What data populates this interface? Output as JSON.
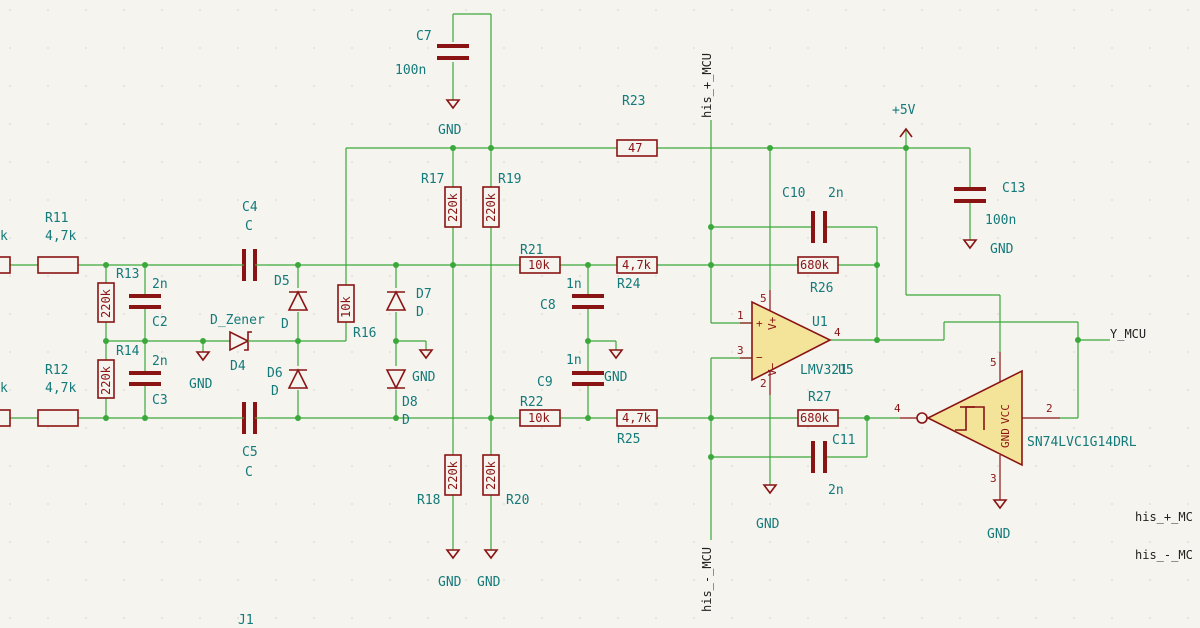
{
  "components": {
    "R11": {
      "ref": "R11",
      "value": "4,7k"
    },
    "R12": {
      "ref": "R12",
      "value": "4,7k"
    },
    "R13": {
      "ref": "R13",
      "value": "220k"
    },
    "R14": {
      "ref": "R14",
      "value": "220k"
    },
    "R16": {
      "ref": "R16",
      "value": "10k"
    },
    "R17": {
      "ref": "R17",
      "value": "220k"
    },
    "R18": {
      "ref": "R18",
      "value": "220k"
    },
    "R19": {
      "ref": "R19",
      "value": "220k"
    },
    "R20": {
      "ref": "R20",
      "value": "220k"
    },
    "R21": {
      "ref": "R21",
      "value": "10k"
    },
    "R22": {
      "ref": "R22",
      "value": "10k"
    },
    "R23": {
      "ref": "R23",
      "value": "47"
    },
    "R24": {
      "ref": "R24",
      "value": "4,7k"
    },
    "R25": {
      "ref": "R25",
      "value": "4,7k"
    },
    "R26": {
      "ref": "R26",
      "value": "680k"
    },
    "R27": {
      "ref": "R27",
      "value": "680k"
    },
    "C2": {
      "ref": "C2",
      "value": "2n"
    },
    "C3": {
      "ref": "C3",
      "value": "2n"
    },
    "C4": {
      "ref": "C4",
      "value": "C"
    },
    "C5": {
      "ref": "C5",
      "value": "C"
    },
    "C7": {
      "ref": "C7",
      "value": "100n"
    },
    "C8": {
      "ref": "C8",
      "value": "1n"
    },
    "C9": {
      "ref": "C9",
      "value": "1n"
    },
    "C10": {
      "ref": "C10",
      "value": "2n"
    },
    "C11": {
      "ref": "C11",
      "value": "2n"
    },
    "C13": {
      "ref": "C13",
      "value": "100n"
    },
    "D4": {
      "ref": "D4",
      "value": "D_Zener"
    },
    "D5": {
      "ref": "D5",
      "value": "D"
    },
    "D6": {
      "ref": "D6",
      "value": "D"
    },
    "D7": {
      "ref": "D7",
      "value": "D"
    },
    "D8": {
      "ref": "D8",
      "value": "D"
    },
    "U1": {
      "ref": "U1",
      "value": "LMV321"
    },
    "U5": {
      "ref": "U5",
      "value": "SN74LVC1G14DRL"
    },
    "J1": {
      "ref": "J1"
    }
  },
  "pins": {
    "u1_p1": "1",
    "u1_p2": "2",
    "u1_p3": "3",
    "u1_p4": "4",
    "u1_p5": "5",
    "u1_plus": "+",
    "u1_minus": "−",
    "u1_vp": "V+",
    "u1_vm": "V−",
    "u5_p2": "2",
    "u5_p3": "3",
    "u5_p4": "4",
    "u5_p5": "5",
    "u5_vcc": "VCC",
    "u5_gnd": "GND",
    "k_left_top": "k",
    "k_left_bot": "k"
  },
  "nets": {
    "gnd": "GND",
    "plus5v": "+5V",
    "his_plus_mcu": "his_+_MCU",
    "his_minus_mcu": "his_-_MCU",
    "out_mcu": "Y_MCU",
    "his_plus_right": "his_+_MC",
    "his_minus_right": "his_-_MC"
  },
  "colors": {
    "wire": "#3aa83a",
    "component": "#8a1414",
    "ic_fill": "#f3e49a",
    "label": "#147a7a",
    "background": "#f5f4ef"
  }
}
